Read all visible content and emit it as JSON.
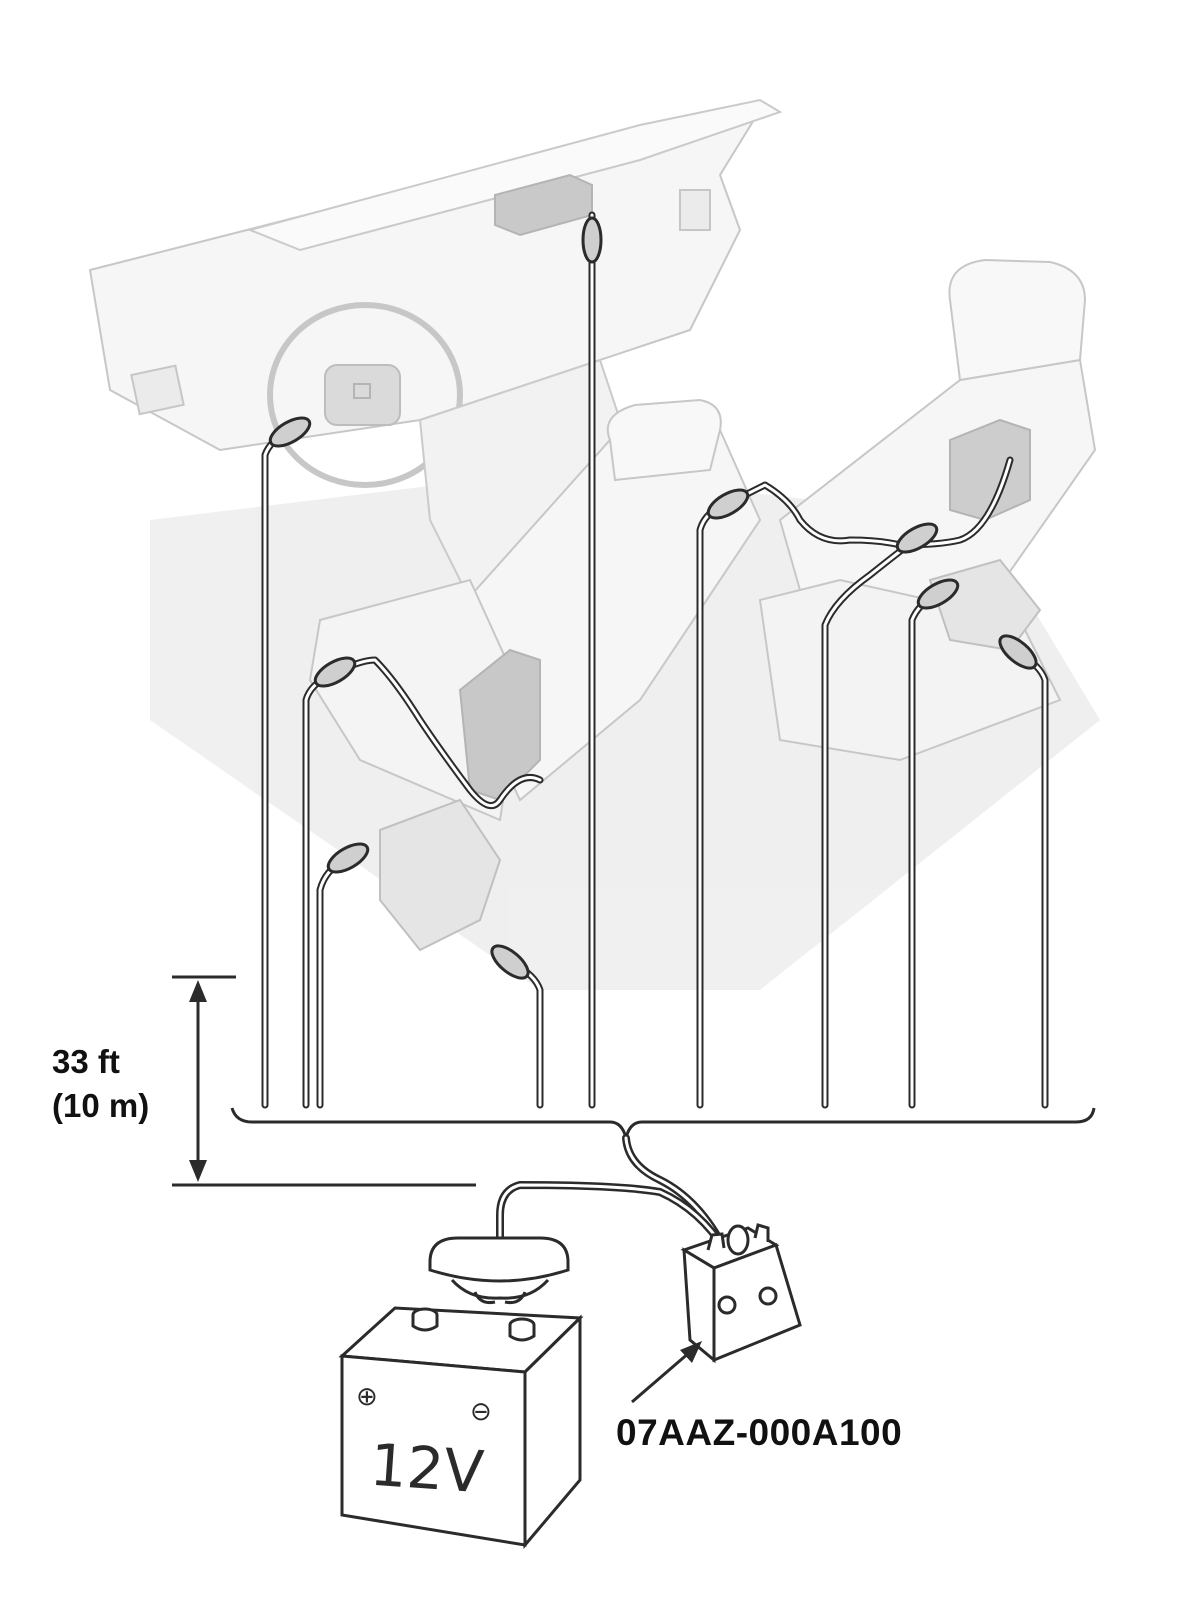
{
  "dimension": {
    "length_ft": "33 ft",
    "length_m": "(10 m)"
  },
  "tool": {
    "part_number": "07AAZ-000A100"
  },
  "battery": {
    "voltage": "12V",
    "positive_symbol": "⊕",
    "negative_symbol": "⊖"
  },
  "colors": {
    "line": "#2b2b2b",
    "shading": "#d9d9d9",
    "shading_dark": "#bdbdbd"
  }
}
